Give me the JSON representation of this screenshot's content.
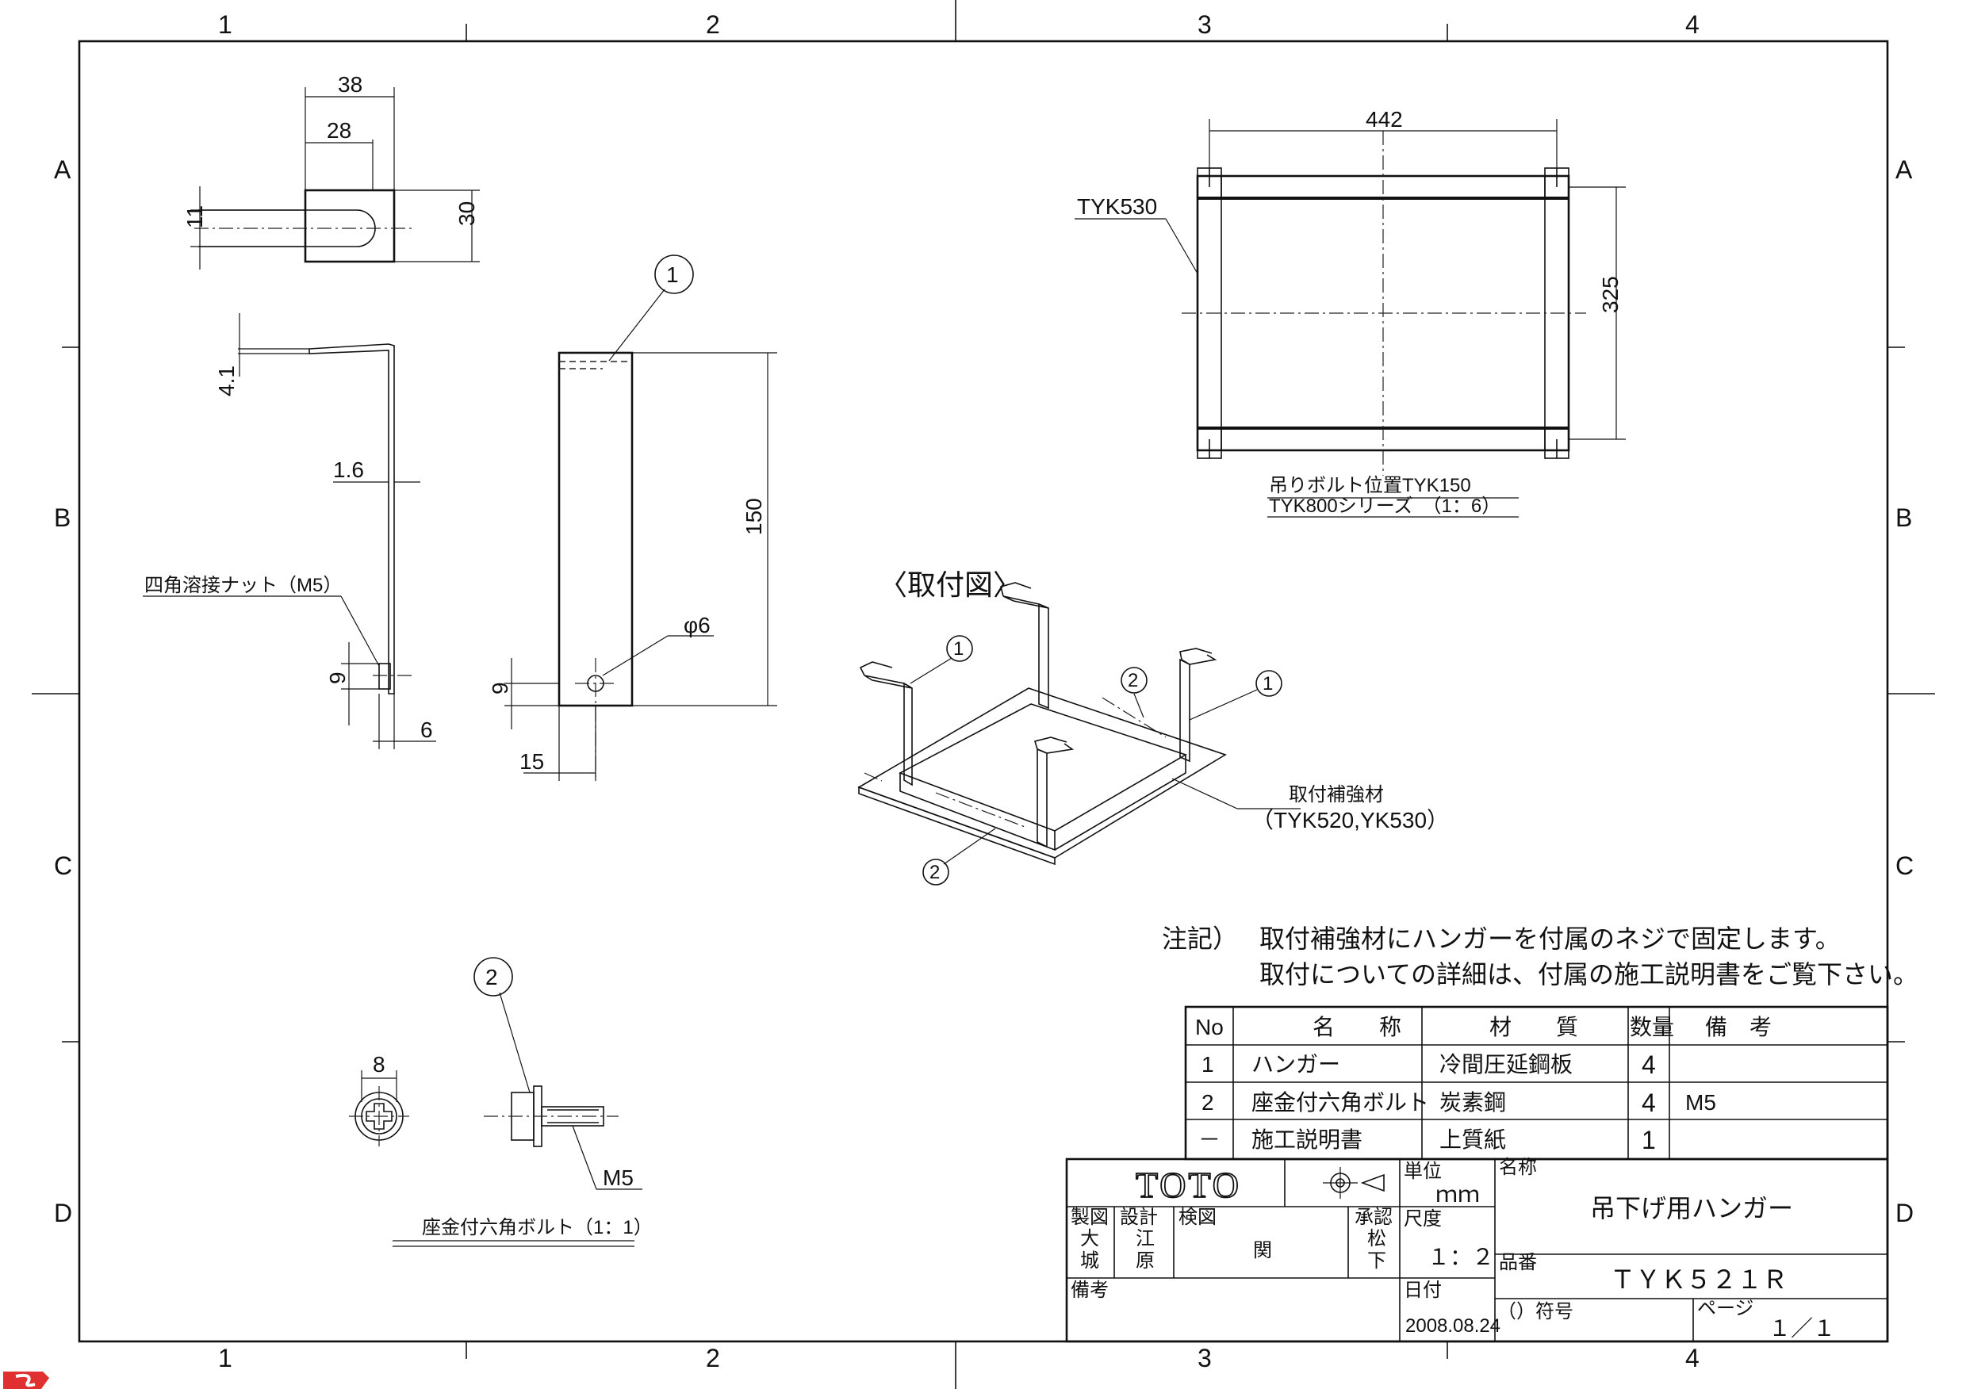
{
  "sheet": {
    "zones_x": [
      "1",
      "2",
      "3",
      "4"
    ],
    "zones_y": [
      "A",
      "B",
      "C",
      "D"
    ]
  },
  "views": {
    "hanger_top_dims": [
      "38",
      "28",
      "11",
      "30"
    ],
    "hanger_side_dims": [
      "4.1",
      "1.6",
      "9",
      "6"
    ],
    "hanger_side_callout": "四角溶接ナット（M5）",
    "hanger_front_dims": [
      "150",
      "φ6",
      "9",
      "15"
    ],
    "hanger_front_balloon": "1",
    "plan_dims": [
      "442",
      "325"
    ],
    "plan_leader": "TYK530",
    "plan_caption_1": "吊りボルト位置TYK150",
    "plan_caption_2": "TYK800シリーズ　（1：6）",
    "assembly_title": "〈取付図〉",
    "assembly_balloons": [
      "1",
      "2",
      "1",
      "2"
    ],
    "assembly_label_1": "取付補強材",
    "assembly_label_2": "（TYK520,YK530）",
    "bolt_balloon": "2",
    "bolt_dims": [
      "8",
      "M5"
    ],
    "bolt_caption": "座金付六角ボルト（1：1）"
  },
  "notes": {
    "heading": "注記）",
    "line1": "取付補強材にハンガーを付属のネジで固定します。",
    "line2": "取付についての詳細は、付属の施工説明書をご覧下さい。"
  },
  "parts_table": {
    "headers": [
      "No",
      "名　　称",
      "材　　質",
      "数量",
      "備　考"
    ],
    "rows": [
      [
        "1",
        "ハンガー",
        "冷間圧延鋼板",
        "4",
        ""
      ],
      [
        "2",
        "座金付六角ボルト",
        "炭素鋼",
        "4",
        "M5"
      ],
      [
        "－",
        "施工説明書",
        "上質紙",
        "1",
        ""
      ]
    ]
  },
  "title_block": {
    "logo": "TOTO",
    "unit_label": "単位",
    "unit_value": "ｍｍ",
    "made_label": "製図",
    "made_by_1": "大",
    "made_by_2": "城",
    "design_label": "設計",
    "design_by_1": "江",
    "design_by_2": "原",
    "check_label": "検図",
    "check_by": "関",
    "approve_label": "承認",
    "approve_by_1": "松",
    "approve_by_2": "下",
    "scale_label": "尺度",
    "scale_value": "１：２",
    "remarks_label": "備考",
    "date_label": "日付",
    "date_value": "2008.08.24",
    "name_label": "名称",
    "name_value": "吊下げ用ハンガー",
    "part_no_label": "品番",
    "part_no_value": "ＴＹＫ５２１Ｒ",
    "symbol_label": "（）符号",
    "page_label": "ページ",
    "page_value": "１／１"
  }
}
